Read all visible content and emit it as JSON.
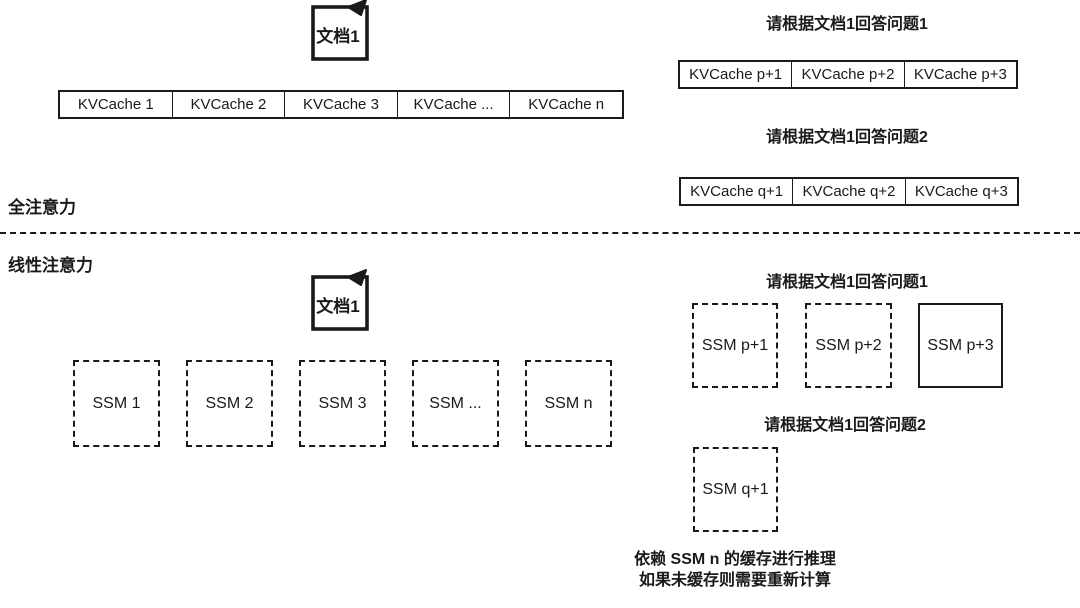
{
  "colors": {
    "ink": "#1a1a1a",
    "background": "#ffffff"
  },
  "full_attention": {
    "section_label": "全注意力",
    "document": {
      "label": "文档1"
    },
    "kv_row": {
      "cells": [
        "KVCache 1",
        "KVCache 2",
        "KVCache 3",
        "KVCache ...",
        "KVCache n"
      ]
    },
    "prompt1": {
      "heading": "请根据文档1回答问题1",
      "cells": [
        "KVCache p+1",
        "KVCache p+2",
        "KVCache p+3"
      ]
    },
    "prompt2": {
      "heading": "请根据文档1回答问题2",
      "cells": [
        "KVCache q+1",
        "KVCache q+2",
        "KVCache q+3"
      ]
    }
  },
  "linear_attention": {
    "section_label": "线性注意力",
    "document": {
      "label": "文档1"
    },
    "ssm_row": {
      "cells": [
        "SSM 1",
        "SSM 2",
        "SSM 3",
        "SSM ...",
        "SSM n"
      ]
    },
    "prompt1": {
      "heading": "请根据文档1回答问题1",
      "boxes": [
        {
          "label": "SSM p+1",
          "style": "dashed"
        },
        {
          "label": "SSM p+2",
          "style": "dashed"
        },
        {
          "label": "SSM p+3",
          "style": "solid"
        }
      ]
    },
    "prompt2": {
      "heading": "请根据文档1回答问题2",
      "boxes": [
        {
          "label": "SSM q+1",
          "style": "dashed"
        }
      ]
    },
    "caption": {
      "line1": "依赖 SSM n 的缓存进行推理",
      "line2": "如果未缓存则需要重新计算"
    }
  }
}
